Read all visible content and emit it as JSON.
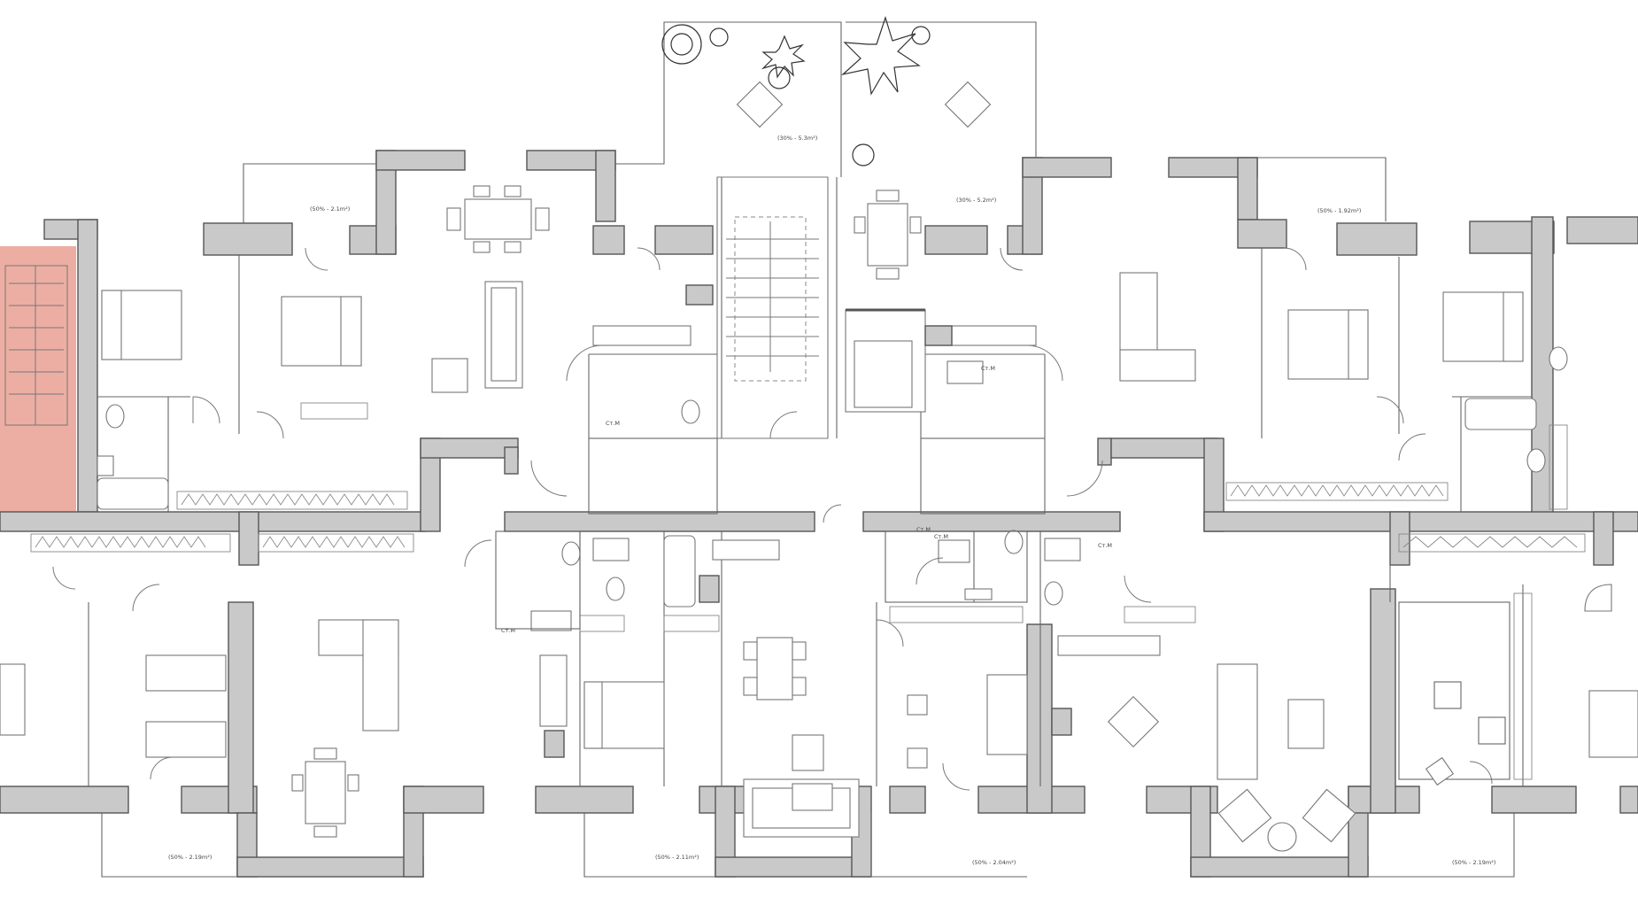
{
  "plan": {
    "highlight_color": "#e9a093",
    "wall_color": "#c9c9c9",
    "balcony_labels": [
      "(50% - 2.1m²)",
      "(30% - 5.3m²)",
      "(30% - 5.2m²)",
      "(50% - 1.92m²)",
      "(50% - 2.19m²)",
      "(50% - 2.11m²)",
      "(50% - 2.04m²)",
      "(50% - 2.19m²)"
    ],
    "fixture_labels": [
      "Cт.М",
      "Cт.М",
      "Cт.М",
      "Cт.М",
      "Cт.М",
      "Cт.М"
    ],
    "icons": [
      "stairs-icon",
      "plant-icon",
      "bed-icon",
      "sofa-icon",
      "dining-table-icon",
      "bathtub-icon",
      "toilet-icon",
      "door-swing-icon",
      "wardrobe-icon"
    ]
  }
}
